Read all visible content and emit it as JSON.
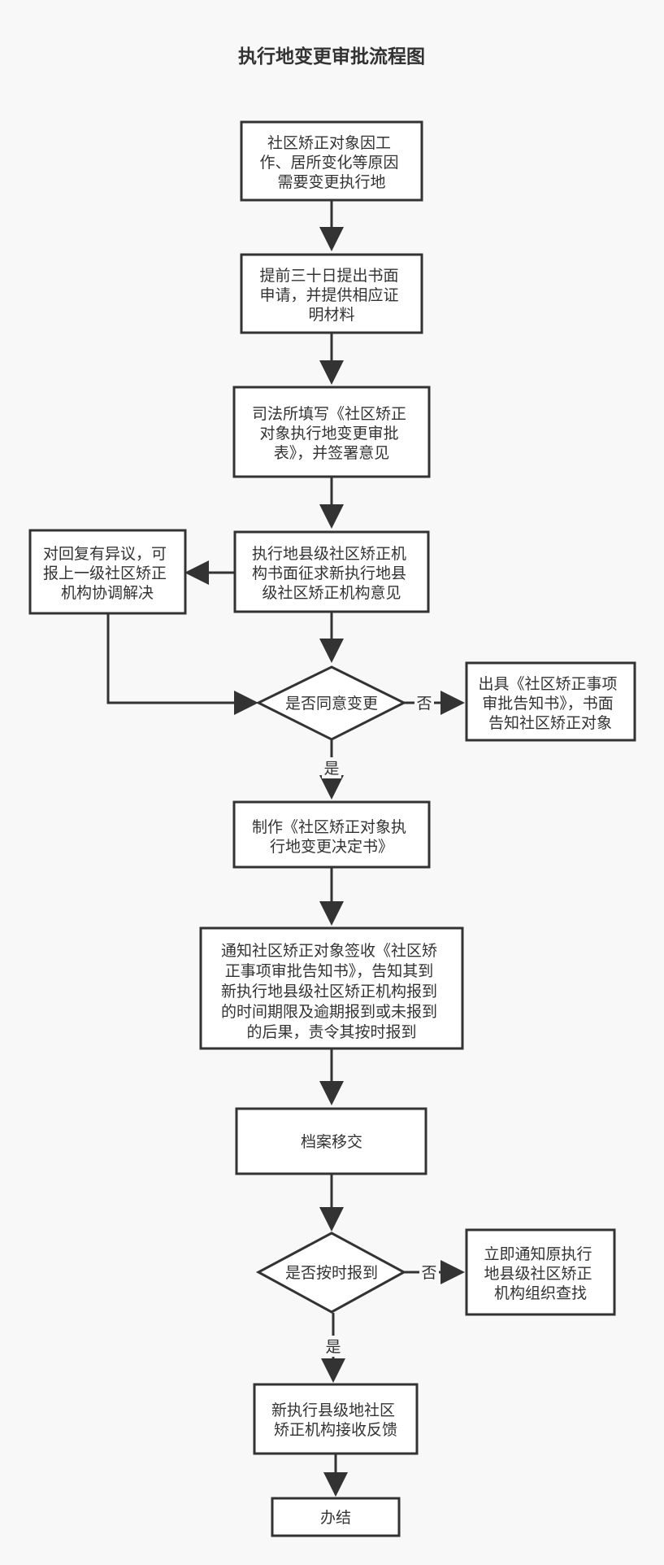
{
  "title": "执行地变更审批流程图",
  "nodes": {
    "n1": [
      "社区矫正对象因工",
      "作、居所变化等原因",
      "需要变更执行地"
    ],
    "n2": [
      "提前三十日提出书面",
      "申请，并提供相应证",
      "明材料"
    ],
    "n3": [
      "司法所填写《社区矫正",
      "对象执行地变更审批",
      "表》，并签署意见"
    ],
    "n4": [
      "执行地县级社区矫正机",
      "构书面征求新执行地县",
      "级社区矫正机构意见"
    ],
    "objection": [
      "对回复有异议，可",
      "报上一级社区矫正",
      "机构协调解决"
    ],
    "d1": [
      "是否同意变更"
    ],
    "reject": [
      "出具《社区矫正事项",
      "审批告知书》，书面",
      "告知社区矫正对象"
    ],
    "n5": [
      "制作《社区矫正对象执",
      "行地变更决定书》"
    ],
    "n6": [
      "通知社区矫正对象签收《社区矫",
      "正事项审批告知书》，告知其到",
      "新执行地县级社区矫正机构报到",
      "的时间期限及逾期报到或未报到",
      "的后果，责令其按时报到"
    ],
    "n7": [
      "档案移交"
    ],
    "d2": [
      "是否按时报到"
    ],
    "notify": [
      "立即通知原执行",
      "地县级社区矫正",
      "机构组织查找"
    ],
    "n8": [
      "新执行县级地社区",
      "矫正机构接收反馈"
    ],
    "end": [
      "办结"
    ]
  },
  "edge_labels": {
    "yes": "是",
    "no": "否"
  }
}
